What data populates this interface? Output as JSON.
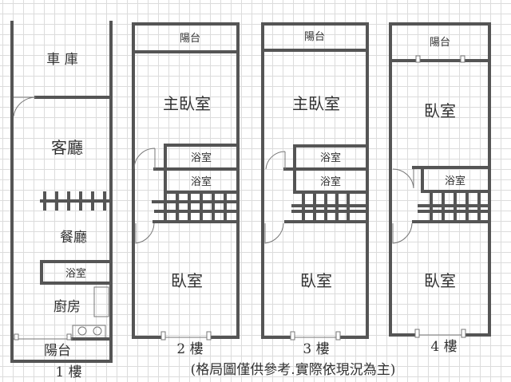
{
  "floors": [
    {
      "caption": "1 樓",
      "rooms": {
        "garage": "車 庫",
        "living": "客廳",
        "dining": "餐廳",
        "bath": "浴室",
        "kitchen": "廚房",
        "balcony": "陽台"
      }
    },
    {
      "caption": "2 樓",
      "rooms": {
        "balcony": "陽台",
        "master": "主臥室",
        "bath1": "浴室",
        "bath2": "浴室",
        "bedroom": "臥室"
      }
    },
    {
      "caption": "3 樓",
      "rooms": {
        "balcony": "陽台",
        "master": "主臥室",
        "bath1": "浴室",
        "bath2": "浴室",
        "bedroom": "臥室"
      }
    },
    {
      "caption": "4 樓",
      "rooms": {
        "balcony": "陽台",
        "bedroom1": "臥室",
        "bath": "浴室",
        "bedroom2": "臥室"
      }
    }
  ],
  "note": "(格局圖僅供參考.實際依現況為主)",
  "colors": {
    "wall": "#555555",
    "grid": "#dcdcdc"
  }
}
